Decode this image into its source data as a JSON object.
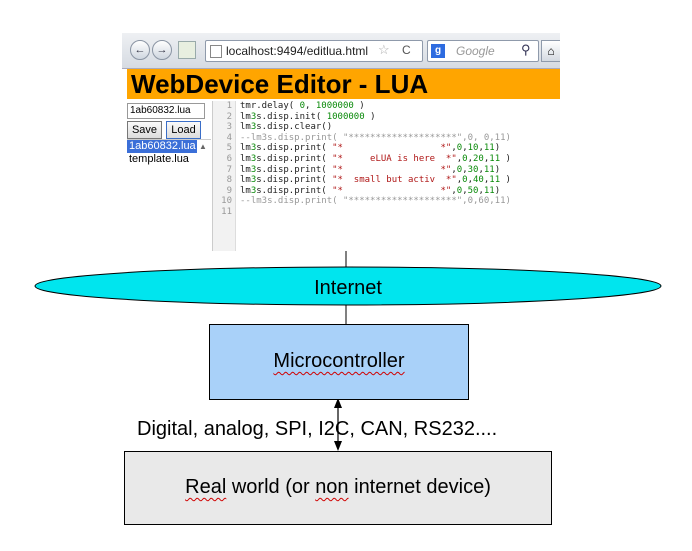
{
  "browser": {
    "url": "localhost:9494/editlua.html",
    "search_placeholder": "Google",
    "nav": {
      "back": "←",
      "forward": "→"
    }
  },
  "editor_app": {
    "title": "WebDevice Editor - LUA",
    "filename_value": "1ab60832.lua",
    "save_label": "Save",
    "load_label": "Load",
    "files": [
      "1ab60832.lua",
      "template.lua"
    ],
    "line_numbers": [
      "1",
      "2",
      "3",
      "4",
      "5",
      "6",
      "7",
      "8",
      "9",
      "10",
      "11"
    ],
    "code_lines": [
      "tmr.delay( 0, 1000000 )",
      "lm3s.disp.init( 1000000 )",
      "lm3s.disp.clear()",
      "--lm3s.disp.print( \"********************\",0, 0,11)",
      "lm3s.disp.print( \"*                  *\",0,10,11)",
      "lm3s.disp.print( \"*     eLUA is here  *\",0,20,11 )",
      "lm3s.disp.print( \"*                  *\",0,30,11)",
      "lm3s.disp.print( \"*  small but activ  *\",0,40,11 )",
      "lm3s.disp.print( \"*                  *\",0,50,11)",
      "--lm3s.disp.print( \"********************\",0,60,11)",
      ""
    ]
  },
  "diagram": {
    "internet_label": "Internet",
    "microcontroller_label": "Microcontroller",
    "protocols_label": "Digital, analog, SPI, I2C, CAN, RS232....",
    "real_world_label": "Real world (or non internet device)",
    "colors": {
      "internet_fill": "#00e5ee",
      "microcontroller_fill": "#a9d1f9",
      "real_world_fill": "#e9e9e9",
      "title_bar": "#ffa500"
    }
  }
}
